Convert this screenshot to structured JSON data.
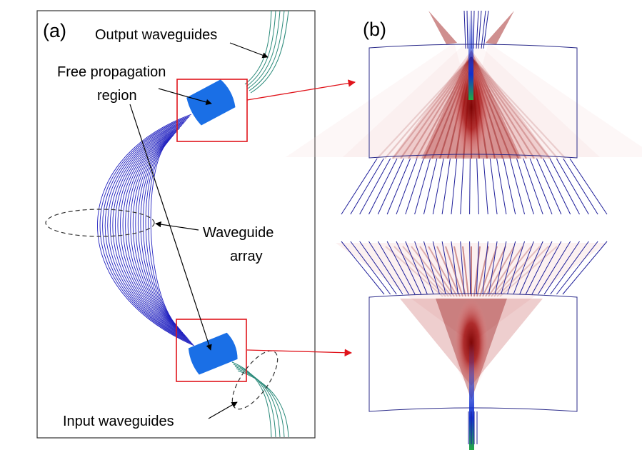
{
  "panel_a": {
    "label": "(a)",
    "output_label": "Output waveguides",
    "fpr_label_line1": "Free propagation",
    "fpr_label_line2": "region",
    "array_label_line1": "Waveguide",
    "array_label_line2": "array",
    "input_label": "Input waveguides"
  },
  "panel_b": {
    "label": "(b)"
  },
  "colors": {
    "waveguide_array": "#1f1fbf",
    "io_waveguide": "#2a8a7a",
    "fpr_fill": "#1a6fe6",
    "zoom_box": "#e0141b",
    "field": "#8b0000",
    "frame": "#2b2b8a"
  }
}
